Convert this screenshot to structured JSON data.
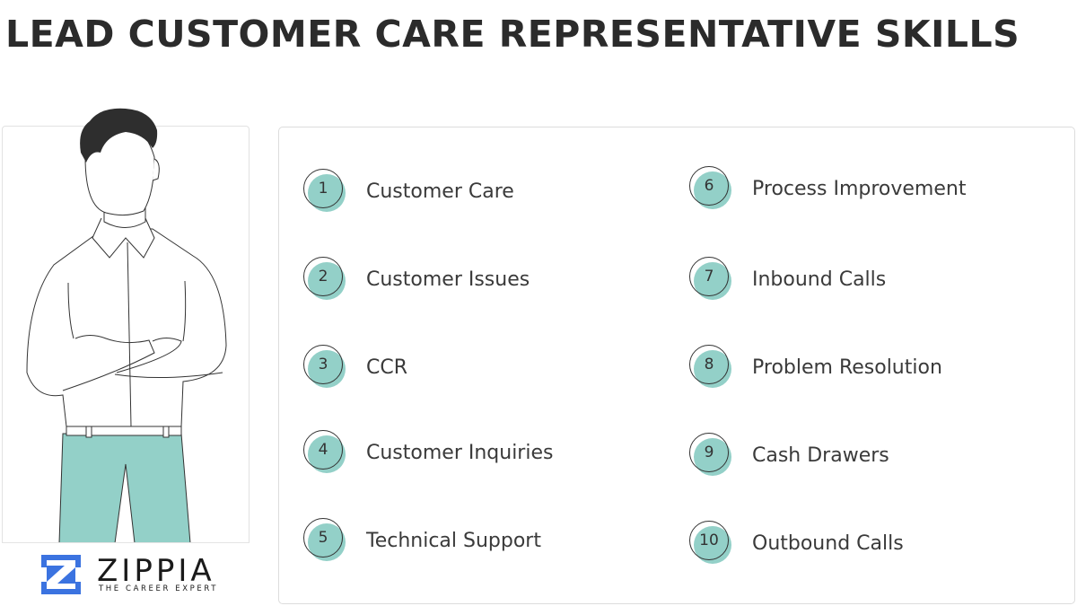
{
  "title": "LEAD CUSTOMER CARE REPRESENTATIVE SKILLS",
  "brand": {
    "name": "ZIPPIA",
    "tagline": "THE CAREER EXPERT",
    "logo_color": "#3b73e0",
    "accent_color": "#93d0c8"
  },
  "skills": [
    {
      "number": "1",
      "label": "Customer Care"
    },
    {
      "number": "2",
      "label": "Customer Issues"
    },
    {
      "number": "3",
      "label": "CCR"
    },
    {
      "number": "4",
      "label": "Customer Inquiries"
    },
    {
      "number": "5",
      "label": "Technical Support"
    },
    {
      "number": "6",
      "label": "Process Improvement"
    },
    {
      "number": "7",
      "label": "Inbound Calls"
    },
    {
      "number": "8",
      "label": "Problem Resolution"
    },
    {
      "number": "9",
      "label": "Cash Drawers"
    },
    {
      "number": "10",
      "label": "Outbound Calls"
    }
  ]
}
